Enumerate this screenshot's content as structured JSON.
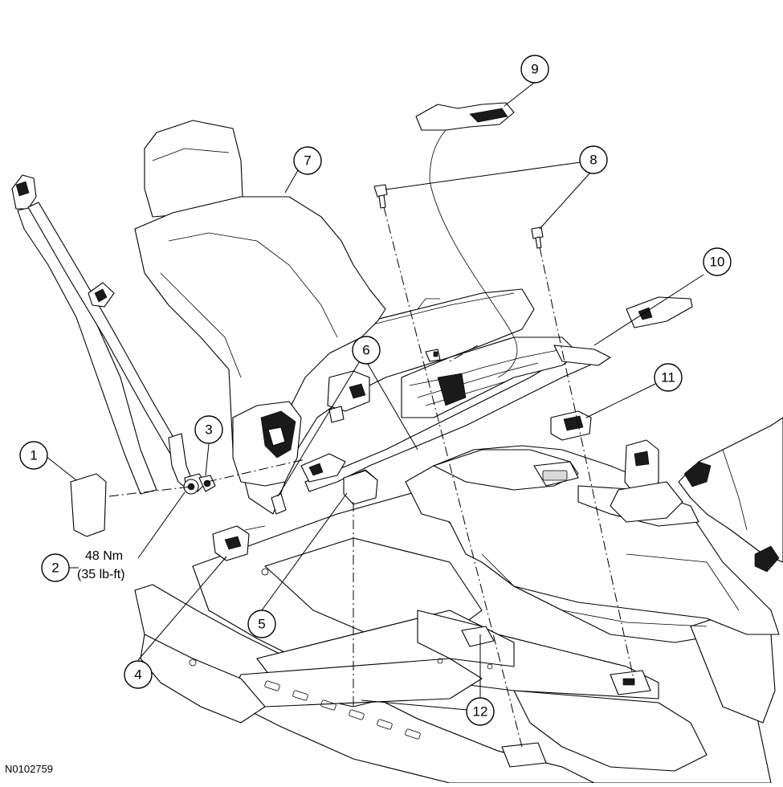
{
  "figure_id": "N0102759",
  "torque": {
    "metric": "48 Nm",
    "imperial": "(35 lb-ft)"
  },
  "callouts": [
    {
      "id": "callout-1",
      "label": "1"
    },
    {
      "id": "callout-2",
      "label": "2"
    },
    {
      "id": "callout-3",
      "label": "3"
    },
    {
      "id": "callout-4",
      "label": "4"
    },
    {
      "id": "callout-5",
      "label": "5"
    },
    {
      "id": "callout-6",
      "label": "6"
    },
    {
      "id": "callout-7",
      "label": "7"
    },
    {
      "id": "callout-8",
      "label": "8"
    },
    {
      "id": "callout-9",
      "label": "9"
    },
    {
      "id": "callout-10",
      "label": "10"
    },
    {
      "id": "callout-11",
      "label": "11"
    },
    {
      "id": "callout-12",
      "label": "12"
    }
  ]
}
